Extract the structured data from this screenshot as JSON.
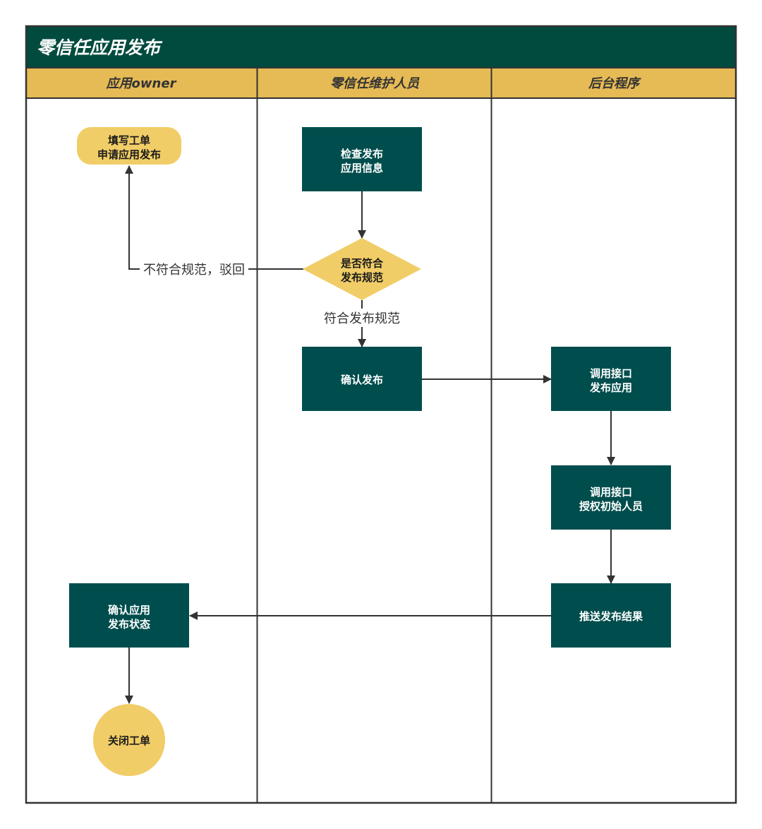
{
  "title": "零信任应用发布",
  "colors": {
    "header_green": "#004b3e",
    "lane_gold": "#e6bb55",
    "node_dark": "#004d4d",
    "node_yellow": "#f1cd67",
    "line": "#333333"
  },
  "lanes": [
    {
      "label": "应用owner"
    },
    {
      "label": "零信任维护人员"
    },
    {
      "label": "后台程序"
    }
  ],
  "nodes": {
    "fill_form": {
      "line1": "填写工单",
      "line2": "申请应用发布"
    },
    "check_info": {
      "line1": "检查发布",
      "line2": "应用信息"
    },
    "decision": {
      "line1": "是否符合",
      "line2": "发布规范"
    },
    "confirm_publish": {
      "line1": "确认发布"
    },
    "call_publish": {
      "line1": "调用接口",
      "line2": "发布应用"
    },
    "call_authorize": {
      "line1": "调用接口",
      "line2": "授权初始人员"
    },
    "push_result": {
      "line1": "推送发布结果"
    },
    "confirm_status": {
      "line1": "确认应用",
      "line2": "发布状态"
    },
    "close_ticket": {
      "line1": "关闭工单"
    }
  },
  "edges": {
    "reject_label": "不符合规范，驳回",
    "accept_label": "符合发布规范"
  }
}
